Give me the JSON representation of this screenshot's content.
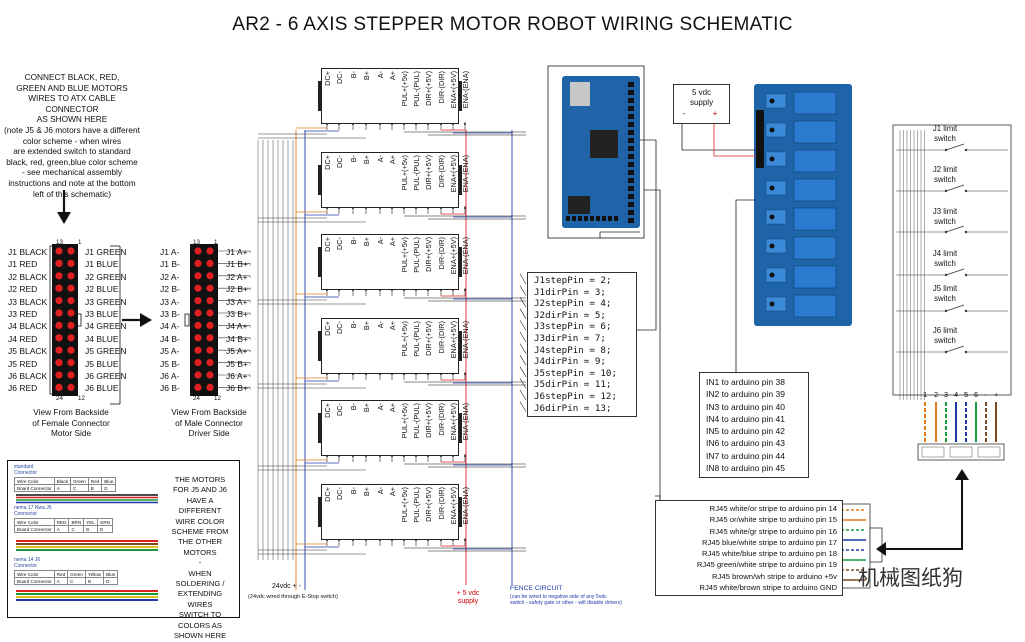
{
  "title": "AR2 - 6 AXIS STEPPER MOTOR ROBOT WIRING SCHEMATIC",
  "intro_note": "CONNECT BLACK, RED,\nGREEN AND BLUE MOTORS\nWIRES TO ATX CABLE CONNECTOR\nAS SHOWN HERE\n(note J5 & J6 motors have a different\ncolor scheme - when wires\nare extended switch to standard\nblack, red, green,blue color scheme\n- see mechanical assembly\ninstructions and note at the bottom\nleft of this schematic)",
  "female_connector": {
    "pin_top_left": "13",
    "pin_top_right": "1",
    "pin_bottom_left": "24",
    "pin_bottom_right": "12",
    "left_labels": [
      "J1 BLACK",
      "J1 RED",
      "J2 BLACK",
      "J2 RED",
      "J3 BLACK",
      "J3 RED",
      "J4 BLACK",
      "J4 RED",
      "J5 BLACK",
      "J5 RED",
      "J6 BLACK",
      "J6 RED"
    ],
    "right_labels": [
      "J1 GREEN",
      "J1 BLUE",
      "J2 GREEN",
      "J2 BLUE",
      "J3 GREEN",
      "J3 BLUE",
      "J4 GREEN",
      "J4 BLUE",
      "J5 GREEN",
      "J5 BLUE",
      "J6 GREEN",
      "J6 BLUE"
    ],
    "caption": "View From Backside\nof Female Connector\nMotor Side"
  },
  "male_connector": {
    "pin_top_left": "13",
    "pin_top_right": "1",
    "pin_bottom_left": "24",
    "pin_bottom_right": "12",
    "left_labels": [
      "J1 A-",
      "J1 B-",
      "J2 A-",
      "J2 B-",
      "J3 A-",
      "J3 B-",
      "J4 A-",
      "J4 B-",
      "J5 A-",
      "J5 B-",
      "J6 A-",
      "J6 B-"
    ],
    "right_labels": [
      "J1 A+",
      "J1 B+",
      "J2 A+",
      "J2 B+",
      "J3 A+",
      "J3 B+",
      "J4 A+",
      "J4 B+",
      "J5 A+",
      "J5 B+",
      "J6 A+",
      "J6 B+"
    ],
    "caption": "View From Backside\nof Male Connector\nDriver Side"
  },
  "driver_terminals": [
    "DC+",
    "DC-",
    "B-",
    "B+",
    "A-",
    "A+",
    "PUL+(+5v)",
    "PUL-(PUL)",
    "DIR+(+5V)",
    "DIR-(DIR)",
    "ENA+(+5V)",
    "ENA-(ENA)"
  ],
  "pin_assignments": [
    "J1stepPin = 2;",
    "J1dirPin = 3;",
    "J2stepPin = 4;",
    "J2dirPin = 5;",
    "J3stepPin = 6;",
    "J3dirPin = 7;",
    "J4stepPin = 8;",
    "J4dirPin = 9;",
    "J5stepPin = 10;",
    "J5dirPin = 11;",
    "J6stepPin = 12;",
    "J6dirPin = 13;"
  ],
  "relay_inputs": [
    "IN1  to arduino pin 38",
    "IN2 to arduino pin 39",
    "IN3 to arduino pin 40",
    "IN4 to arduino pin 41",
    "IN5 to arduino pin 42",
    "IN6 to arduino pin 43",
    "IN7 to arduino pin 44",
    "IN8 to arduino pin 45"
  ],
  "rj45_lines": [
    "RJ45 white/or stripe    to arduino pin 14",
    "RJ45 or/white stripe    to arduino pin 15",
    "RJ45 white/gr stripe    to arduino pin 16",
    "RJ45 blue/white stripe  to arduino pin 17",
    "RJ45 white/blue stripe  to arduino pin 18",
    "RJ45 green/white stripe  to arduino pin 19",
    "RJ45 brown/wh stripe    to arduino +5v",
    "RJ45 white/brown stripe  to arduino GND"
  ],
  "supply": {
    "label": "5 vdc\nsupply",
    "minus": "-",
    "plus": "+"
  },
  "limit_switches": [
    "J1 limit\nswitch",
    "J2 limit\nswitch",
    "J3 limit\nswitch",
    "J4 limit\nswitch",
    "J5 limit\nswitch",
    "J6 limit\nswitch"
  ],
  "rj45_pin_labels": [
    "1",
    "2",
    "3",
    "4",
    "5",
    "6",
    "-",
    "+"
  ],
  "bottom": {
    "v24": "24vdc  +  -",
    "v24_note": "(24vdc wired through E-Stop switch)",
    "v5": "+ 5 vdc\nsupply",
    "fence": "FENCE CIRCUIT",
    "fence_note": "(can be wired to negative side of any 5vdc\nswitch - safety gate or other - will disable drivers)"
  },
  "legend": {
    "note": "THE MOTORS\nFOR J5 AND J6\nHAVE A DIFFERENT\nWIRE COLOR\nSCHEME FROM\nTHE OTHER MOTORS\n-\nWHEN SOLDERING /\nEXTENDING WIRES\nSWITCH TO\nCOLORS AS\nSHOWN HERE",
    "t1_title": "standard\nConnector",
    "t1_row1": [
      "Wire Color",
      "Black",
      "Green",
      "Red",
      "Blue"
    ],
    "t1_row2": [
      "Board Connector",
      "A",
      "C",
      "B",
      "D"
    ],
    "t2_title": "nema 17 Nwa J5\nConnector",
    "t2_row1": [
      "Wire Color",
      "RED",
      "BRN",
      "YEL",
      "GRN"
    ],
    "t2_row2": [
      "Board Connector",
      "A",
      "C",
      "B",
      "D"
    ],
    "t3_title": "nema 14 J6\nConnector",
    "t3_row1": [
      "Wire Color",
      "Red",
      "Green",
      "Yellow",
      "Blue"
    ],
    "t3_row2": [
      "Board Connector",
      "A",
      "C",
      "B",
      "D"
    ]
  },
  "watermark": "机械图纸狗"
}
